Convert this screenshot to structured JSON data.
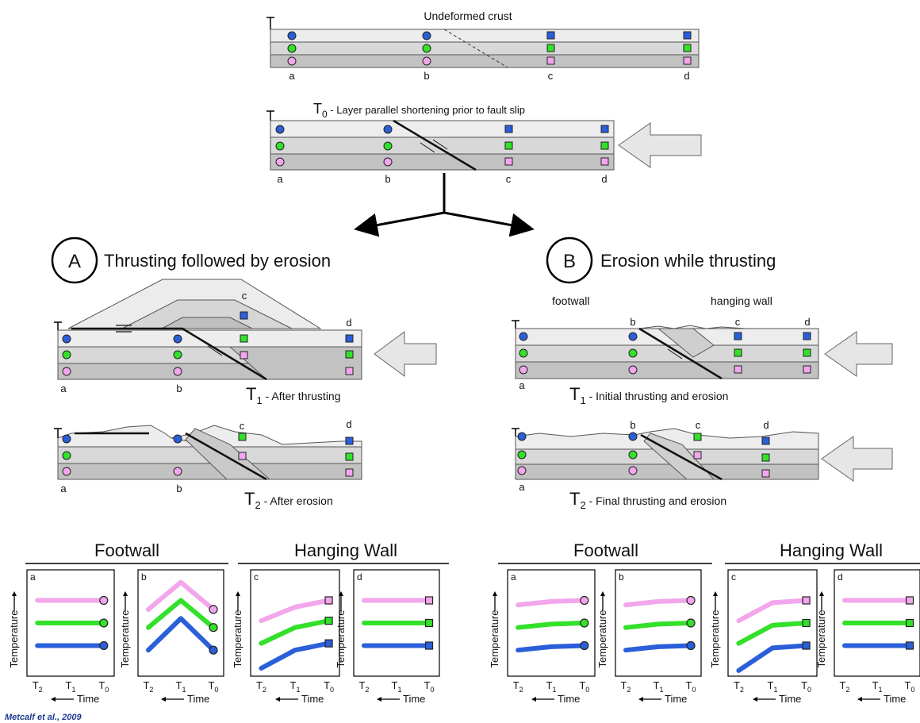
{
  "undeformed": {
    "title": "Undeformed crust",
    "points": [
      "a",
      "b",
      "c",
      "d"
    ]
  },
  "t0": {
    "time": "T",
    "sub": "0",
    "caption": " - Layer parallel shortening prior to fault slip",
    "points": [
      "a",
      "b",
      "c",
      "d"
    ]
  },
  "scenario_a": {
    "letter": "A",
    "title": "Thrusting followed by erosion",
    "t1": {
      "time": "T",
      "sub": "1",
      "caption": " - After thrusting",
      "points": [
        "a",
        "b",
        "c",
        "d"
      ]
    },
    "t2": {
      "time": "T",
      "sub": "2",
      "caption": " - After erosion",
      "points": [
        "a",
        "b",
        "c",
        "d"
      ]
    }
  },
  "scenario_b": {
    "letter": "B",
    "title": "Erosion while thrusting",
    "footwall_label": "footwall",
    "hanging_wall_label": "hanging wall",
    "t1": {
      "time": "T",
      "sub": "1",
      "caption": " - Initial thrusting and erosion",
      "points": [
        "a",
        "b",
        "c",
        "d"
      ]
    },
    "t2": {
      "time": "T",
      "sub": "2",
      "caption": " - Final thrusting and erosion",
      "points": [
        "a",
        "b",
        "c",
        "d"
      ]
    }
  },
  "plots": {
    "footwall_heading": "Footwall",
    "hanging_wall_heading": "Hanging Wall",
    "y_label": "Temperature",
    "x_label": "Time",
    "ticks": [
      {
        "main": "T",
        "sub": "2"
      },
      {
        "main": "T",
        "sub": "1"
      },
      {
        "main": "T",
        "sub": "0"
      }
    ],
    "panel_letters": [
      "a",
      "b",
      "c",
      "d"
    ]
  },
  "chart_data": [
    {
      "type": "line",
      "panel": "A-a",
      "x": [
        "T2",
        "T1",
        "T0"
      ],
      "series": [
        {
          "color": "#f2a6ec",
          "values": [
            3.0,
            3.0,
            3.0
          ]
        },
        {
          "color": "#33e02a",
          "values": [
            2.0,
            2.0,
            2.0
          ]
        },
        {
          "color": "#2b5fd9",
          "values": [
            1.0,
            1.0,
            1.0
          ]
        }
      ]
    },
    {
      "type": "line",
      "panel": "A-b",
      "x": [
        "T2",
        "T1",
        "T0"
      ],
      "series": [
        {
          "color": "#f2a6ec",
          "values": [
            2.6,
            3.8,
            2.6
          ]
        },
        {
          "color": "#33e02a",
          "values": [
            1.8,
            3.0,
            1.8
          ]
        },
        {
          "color": "#2b5fd9",
          "values": [
            0.8,
            2.2,
            0.8
          ]
        }
      ]
    },
    {
      "type": "line",
      "panel": "A-c",
      "x": [
        "T2",
        "T1",
        "T0"
      ],
      "series": [
        {
          "color": "#f2a6ec",
          "values": [
            2.1,
            2.7,
            3.0
          ]
        },
        {
          "color": "#33e02a",
          "values": [
            1.1,
            1.8,
            2.1
          ]
        },
        {
          "color": "#2b5fd9",
          "values": [
            0.0,
            0.8,
            1.1
          ]
        }
      ]
    },
    {
      "type": "line",
      "panel": "A-d",
      "x": [
        "T2",
        "T1",
        "T0"
      ],
      "series": [
        {
          "color": "#f2a6ec",
          "values": [
            3.0,
            3.0,
            3.0
          ]
        },
        {
          "color": "#33e02a",
          "values": [
            2.0,
            2.0,
            2.0
          ]
        },
        {
          "color": "#2b5fd9",
          "values": [
            1.0,
            1.0,
            1.0
          ]
        }
      ]
    },
    {
      "type": "line",
      "panel": "B-a",
      "x": [
        "T2",
        "T1",
        "T0"
      ],
      "series": [
        {
          "color": "#f2a6ec",
          "values": [
            2.8,
            2.95,
            3.0
          ]
        },
        {
          "color": "#33e02a",
          "values": [
            1.8,
            1.95,
            2.0
          ]
        },
        {
          "color": "#2b5fd9",
          "values": [
            0.8,
            0.95,
            1.0
          ]
        }
      ]
    },
    {
      "type": "line",
      "panel": "B-b",
      "x": [
        "T2",
        "T1",
        "T0"
      ],
      "series": [
        {
          "color": "#f2a6ec",
          "values": [
            2.8,
            2.95,
            3.0
          ]
        },
        {
          "color": "#33e02a",
          "values": [
            1.8,
            1.95,
            2.0
          ]
        },
        {
          "color": "#2b5fd9",
          "values": [
            0.8,
            0.95,
            1.0
          ]
        }
      ]
    },
    {
      "type": "line",
      "panel": "B-c",
      "x": [
        "T2",
        "T1",
        "T0"
      ],
      "series": [
        {
          "color": "#f2a6ec",
          "values": [
            2.1,
            2.9,
            3.0
          ]
        },
        {
          "color": "#33e02a",
          "values": [
            1.1,
            1.9,
            2.0
          ]
        },
        {
          "color": "#2b5fd9",
          "values": [
            -0.1,
            0.9,
            1.0
          ]
        }
      ]
    },
    {
      "type": "line",
      "panel": "B-d",
      "x": [
        "T2",
        "T1",
        "T0"
      ],
      "series": [
        {
          "color": "#f2a6ec",
          "values": [
            3.0,
            3.0,
            3.0
          ]
        },
        {
          "color": "#33e02a",
          "values": [
            2.0,
            2.0,
            2.0
          ]
        },
        {
          "color": "#2b5fd9",
          "values": [
            1.0,
            1.0,
            1.0
          ]
        }
      ]
    }
  ],
  "credit": "Metcalf et al., 2009",
  "colors": {
    "blue": "#2b5fd9",
    "green": "#33e02a",
    "pink": "#f2a6ec",
    "layer_top": "#ededed",
    "layer_mid": "#d8d8d8",
    "layer_bottom": "#c2c2c2"
  }
}
